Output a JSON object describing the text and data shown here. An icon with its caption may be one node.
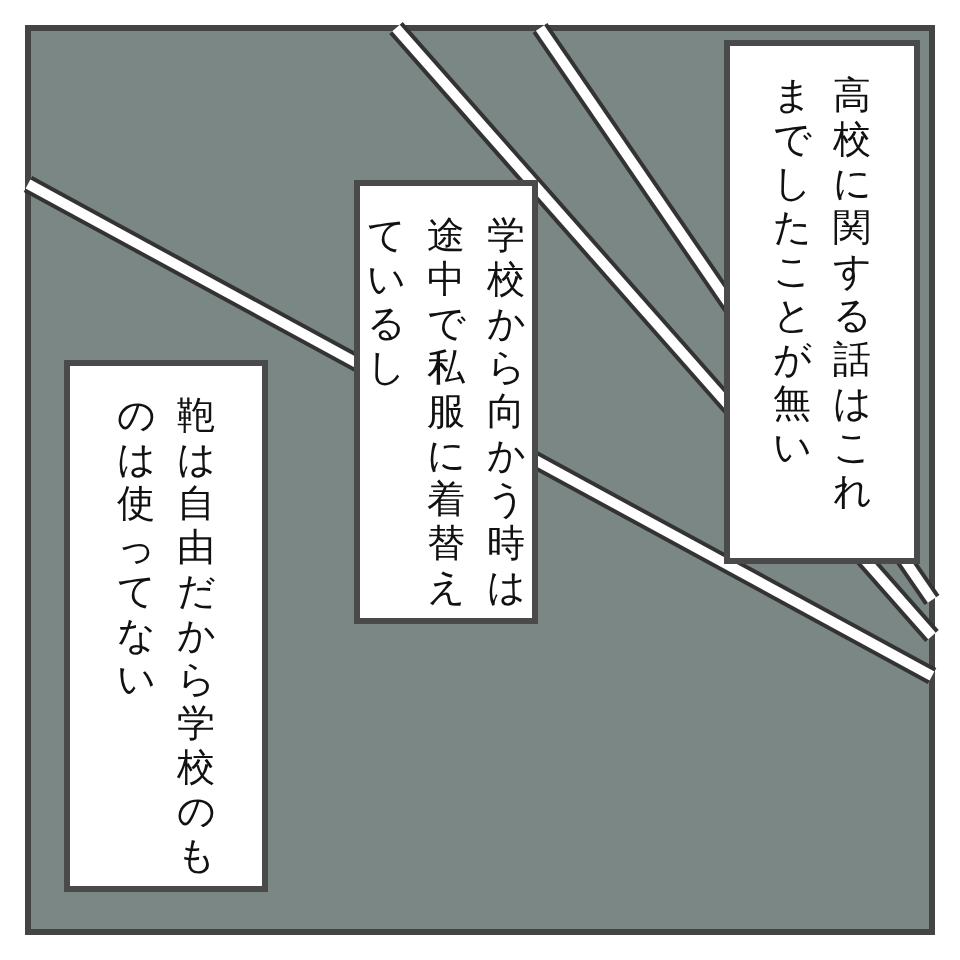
{
  "diagram": {
    "nodes": [
      {
        "text": [
          "高校に関する話はこれまでしたことが無い"
        ]
      },
      {
        "text": [
          "学校から向かう時は途中で私服に着替えているし"
        ]
      },
      {
        "text": [
          "鞄は自由だから学校のものは使ってない"
        ]
      }
    ]
  }
}
